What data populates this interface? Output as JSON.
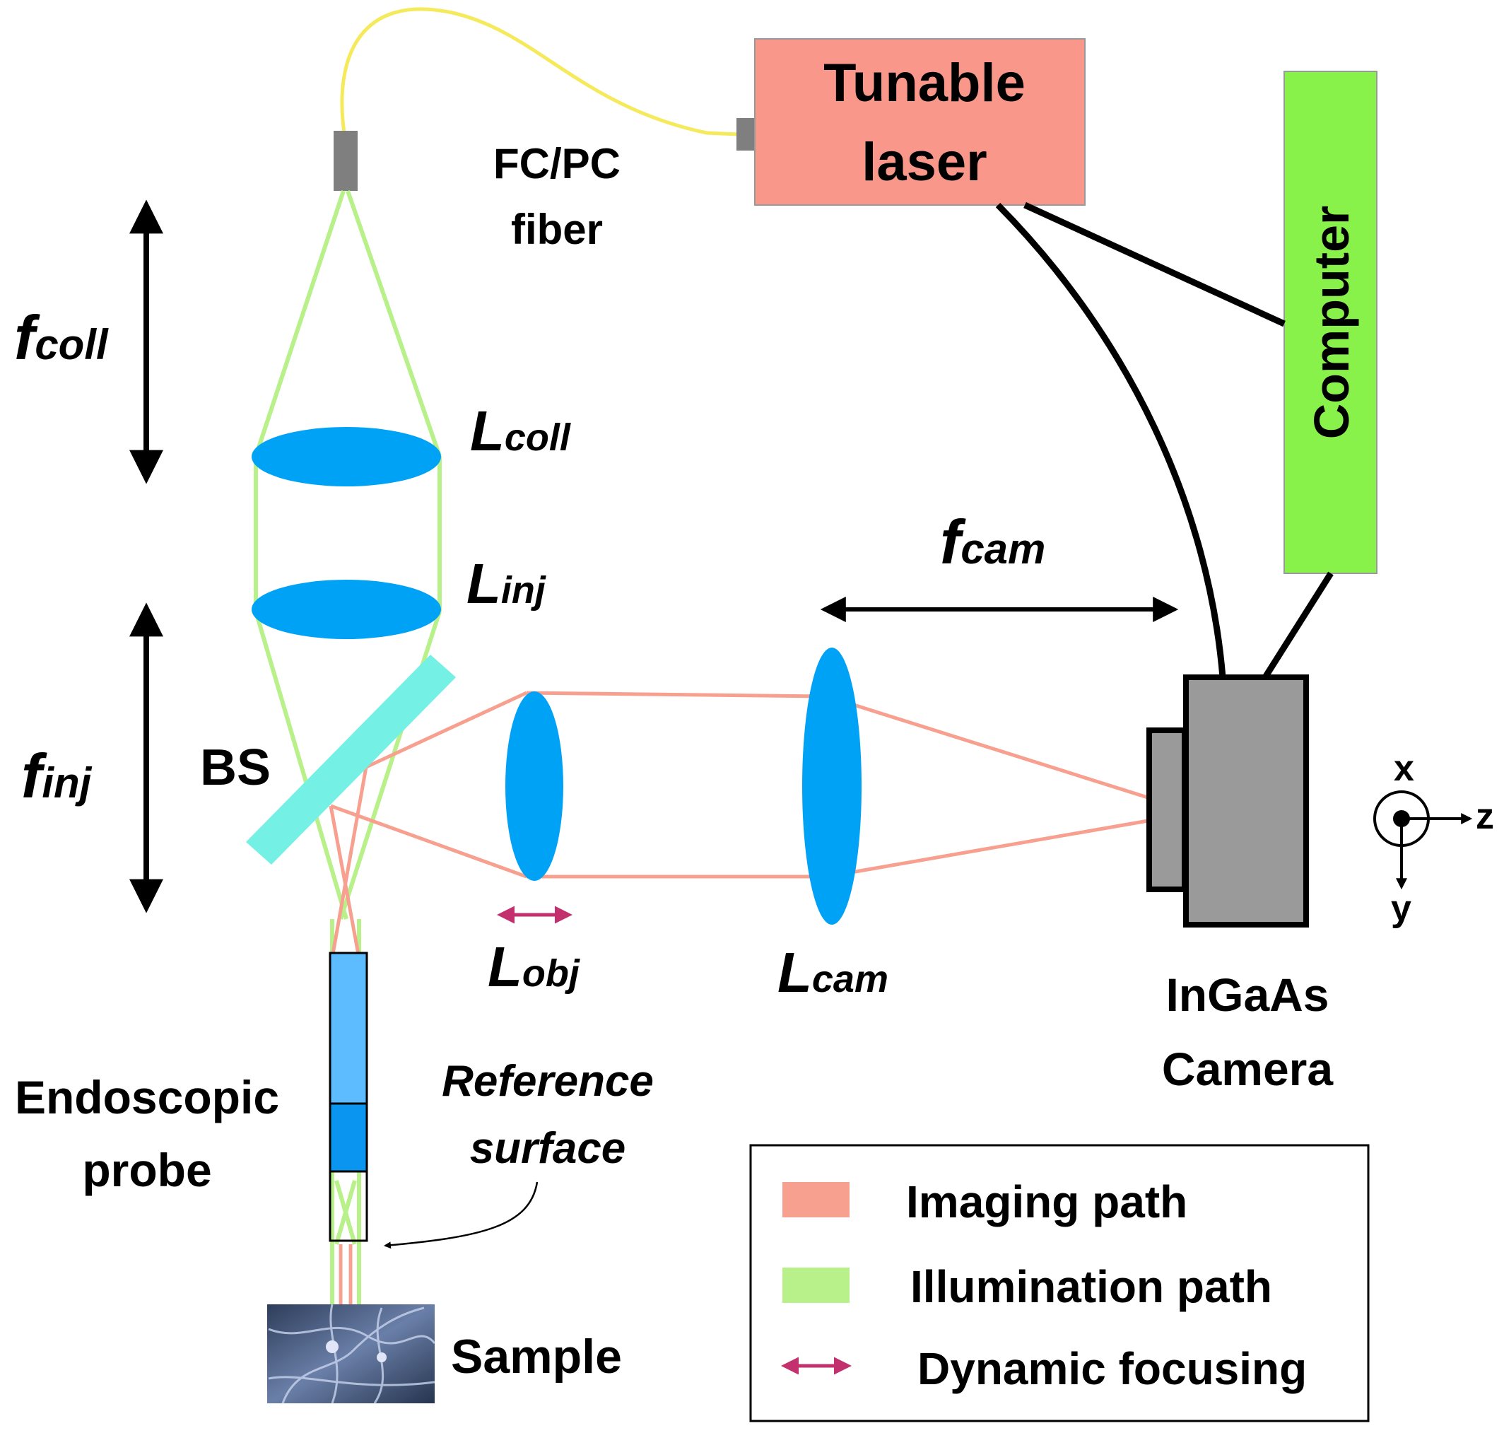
{
  "labels": {
    "tunable_laser": [
      "Tunable",
      "laser"
    ],
    "computer": "Computer",
    "fiber": [
      "FC/PC",
      "fiber"
    ],
    "camera": [
      "InGaAs",
      "Camera"
    ],
    "endoscopic_probe": [
      "Endoscopic",
      "probe"
    ],
    "reference_surface": [
      "Reference",
      "surface"
    ],
    "sample": "Sample",
    "beam_splitter": "BS",
    "f_coll": {
      "main": "f",
      "sub": "coll"
    },
    "f_inj": {
      "main": "f",
      "sub": "inj"
    },
    "f_cam": {
      "main": "f",
      "sub": "cam"
    },
    "L_coll": {
      "main": "L",
      "sub": "coll"
    },
    "L_inj": {
      "main": "L",
      "sub": "inj"
    },
    "L_obj": {
      "main": "L",
      "sub": "obj"
    },
    "L_cam": {
      "main": "L",
      "sub": "cam"
    },
    "axis_x": "x",
    "axis_y": "y",
    "axis_z": "z"
  },
  "legend": [
    {
      "label": "Imaging path",
      "kind": "swatch",
      "color": "#f8a08f"
    },
    {
      "label": "Illumination path",
      "kind": "swatch",
      "color": "#b8f08a"
    },
    {
      "label": "Dynamic focusing",
      "kind": "arrow",
      "color": "#c2306e"
    }
  ],
  "colors": {
    "laser_box": "#fa978b",
    "computer_box": "#88f24a",
    "fiber": "#f4ea5c",
    "imaging_path": "#f8a08f",
    "illumination_path": "#b8f08a",
    "lens": "#00a2f5",
    "beam_splitter": "#74f0e4",
    "camera_body": "#9a9a9a",
    "probe_upper": "#5cbcff",
    "probe_lower": "#0a96f0",
    "dynamic_focusing": "#c2306e"
  }
}
